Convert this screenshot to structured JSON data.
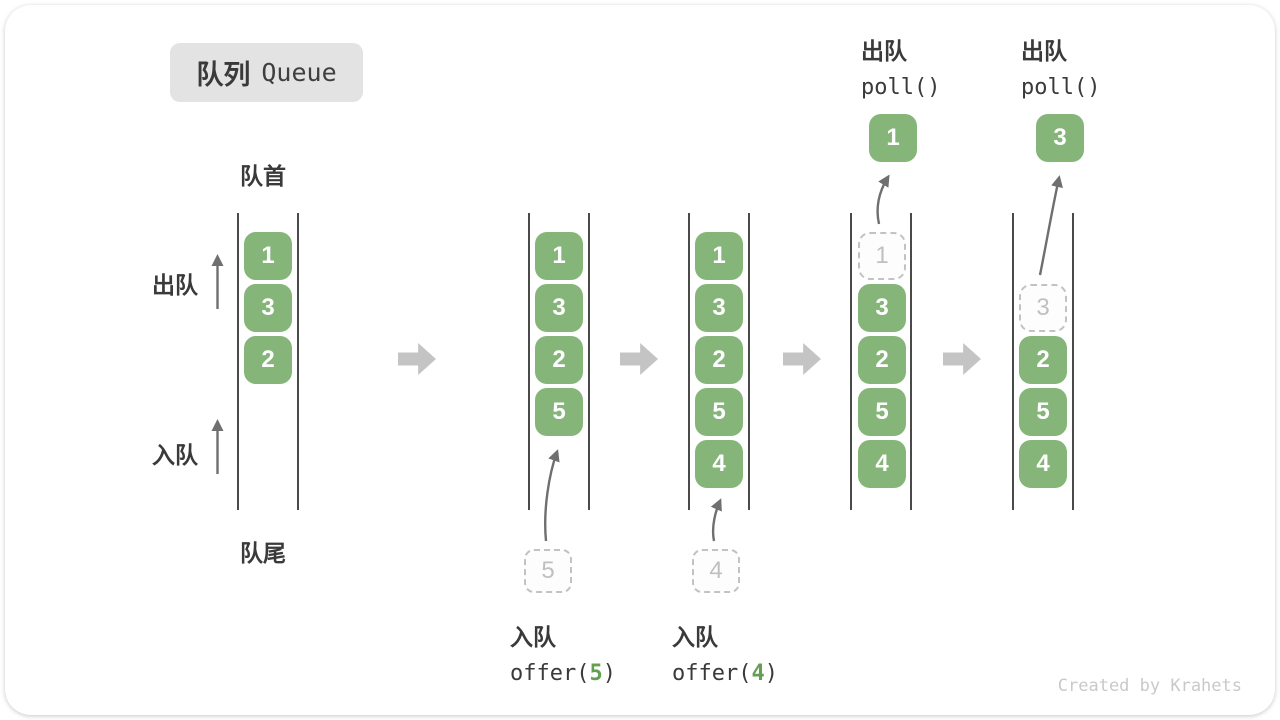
{
  "title": {
    "zh": "队列",
    "en": "Queue"
  },
  "labels": {
    "front": "队首",
    "rear": "队尾",
    "dequeue_side": "出队",
    "enqueue_side": "入队"
  },
  "queues": {
    "q1": {
      "blocks": [
        "1",
        "3",
        "2"
      ]
    },
    "q2": {
      "blocks": [
        "1",
        "3",
        "2",
        "5"
      ],
      "incoming": "5",
      "caption": {
        "zh": "入队",
        "fn": "offer(",
        "arg": "5",
        "end": ")"
      }
    },
    "q3": {
      "blocks": [
        "1",
        "3",
        "2",
        "5",
        "4"
      ],
      "incoming": "4",
      "caption": {
        "zh": "入队",
        "fn": "offer(",
        "arg": "4",
        "end": ")"
      }
    },
    "q4": {
      "removed": "1",
      "blocks": [
        "3",
        "2",
        "5",
        "4"
      ],
      "out": "1",
      "caption": {
        "zh": "出队",
        "fn": "poll()"
      }
    },
    "q5": {
      "removed": "3",
      "blocks": [
        "2",
        "5",
        "4"
      ],
      "out": "3",
      "caption": {
        "zh": "出队",
        "fn": "poll()"
      }
    }
  },
  "watermark": "Created by Krahets",
  "colors": {
    "block_green": "#86b579",
    "code_green": "#64a052",
    "big_arrow_gray": "#c4c4c4",
    "rail_dark": "#4a4a4a",
    "dashed_gray": "#c2c2c2",
    "text_dark": "#3a3a3a",
    "watermark_gray": "#c9c9c9",
    "badge_bg": "#e3e3e3"
  }
}
